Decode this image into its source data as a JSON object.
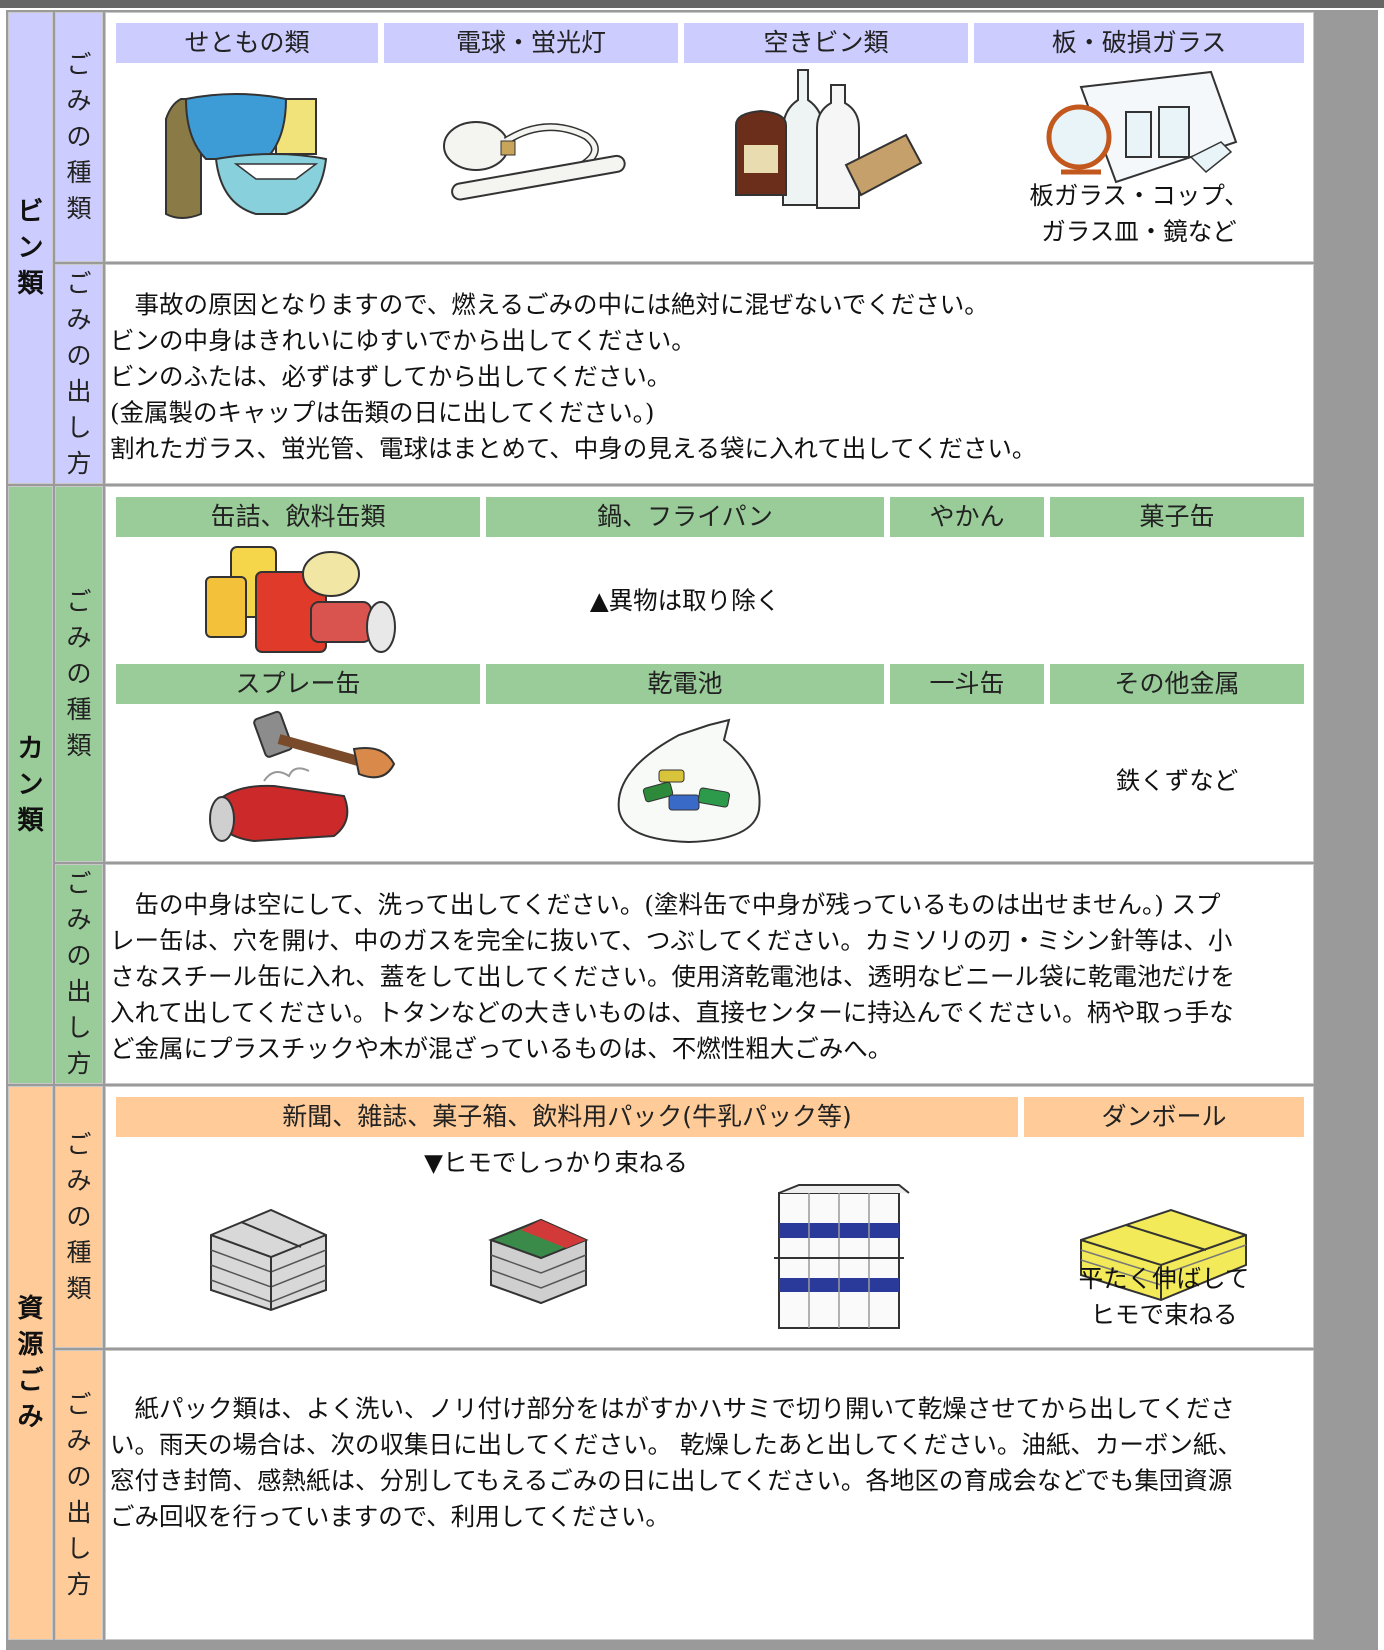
{
  "colors": {
    "bin": "#ccccff",
    "kan": "#99cc99",
    "shigen": "#ffcc99",
    "frame": "#9a9a9a"
  },
  "bin": {
    "category": [
      "ビ",
      "ン",
      "類"
    ],
    "types_label": [
      "ご",
      "み",
      "の",
      "種",
      "類"
    ],
    "method_label": [
      "ご",
      "み",
      "の",
      "出",
      "し",
      "方"
    ],
    "headers": [
      "せともの類",
      "電球・蛍光灯",
      "空きビン類",
      "板・破損ガラス"
    ],
    "glass_note": [
      "板ガラス・コップ、",
      "ガラス皿・鏡など"
    ],
    "method_text": [
      "　事故の原因となりますので、燃えるごみの中には絶対に混ぜないでください。",
      "ビンの中身はきれいにゆすいでから出してください。",
      "ビンのふたは、必ずはずしてから出してください。",
      "(金属製のキャップは缶類の日に出してください。)",
      "割れたガラス、蛍光管、電球はまとめて、中身の見える袋に入れて出してください。"
    ],
    "icons": [
      "pottery-icon",
      "light-bulb-icon",
      "glass-bottles-icon",
      "broken-glass-icon"
    ]
  },
  "kan": {
    "category": [
      "カ",
      "ン",
      "類"
    ],
    "types_label": [
      "ご",
      "み",
      "の",
      "種",
      "類"
    ],
    "method_label": [
      "ご",
      "み",
      "の",
      "出",
      "し",
      "方"
    ],
    "headers_row1": [
      "缶詰、飲料缶類",
      "鍋、フライパン",
      "やかん",
      "菓子缶"
    ],
    "note_row1": "▲異物は取り除く",
    "headers_row2": [
      "スプレー缶",
      "乾電池",
      "一斗缶",
      "その他金属"
    ],
    "note_row2": "鉄くずなど",
    "method_text": [
      "　缶の中身は空にして、洗って出してください。(塗料缶で中身が残っているものは出せません。) スプ",
      "レー缶は、穴を開け、中のガスを完全に抜いて、つぶしてください。カミソリの刃・ミシン針等は、小",
      "さなスチール缶に入れ、蓋をして出してください。使用済乾電池は、透明なビニール袋に乾電池だけを",
      "入れて出してください。トタンなどの大きいものは、直接センターに持込んでください。柄や取っ手な",
      "ど金属にプラスチックや木が混ざっているものは、不燃性粗大ごみへ。"
    ],
    "icons": [
      "cans-icon",
      "spray-can-hammer-icon",
      "batteries-bag-icon"
    ]
  },
  "shigen": {
    "category": [
      "資",
      "源",
      "ご",
      "み"
    ],
    "types_label": [
      "ご",
      "み",
      "の",
      "種",
      "類"
    ],
    "method_label": [
      "ご",
      "み",
      "の",
      "出",
      "し",
      "方"
    ],
    "headers": [
      "新聞、雑誌、菓子箱、飲料用パック(牛乳パック等)",
      "ダンボール"
    ],
    "tie_note": "▼ヒモでしっかり束ねる",
    "cardboard_note": [
      "平たく伸ばして",
      "ヒモで束ねる"
    ],
    "method_text": [
      "　紙パック類は、よく洗い、ノリ付け部分をはがすかハサミで切り開いて乾燥させてから出してくださ",
      "い。雨天の場合は、次の収集日に出してください。 乾燥したあと出してください。油紙、カーボン紙、",
      "窓付き封筒、感熱紙は、分別してもえるごみの日に出してください。各地区の育成会などでも集団資源",
      "ごみ回収を行っていますので、利用してください。"
    ],
    "icons": [
      "newspaper-bundle-icon",
      "magazine-bundle-icon",
      "milk-carton-bundle-icon",
      "cardboard-bundle-icon"
    ]
  }
}
